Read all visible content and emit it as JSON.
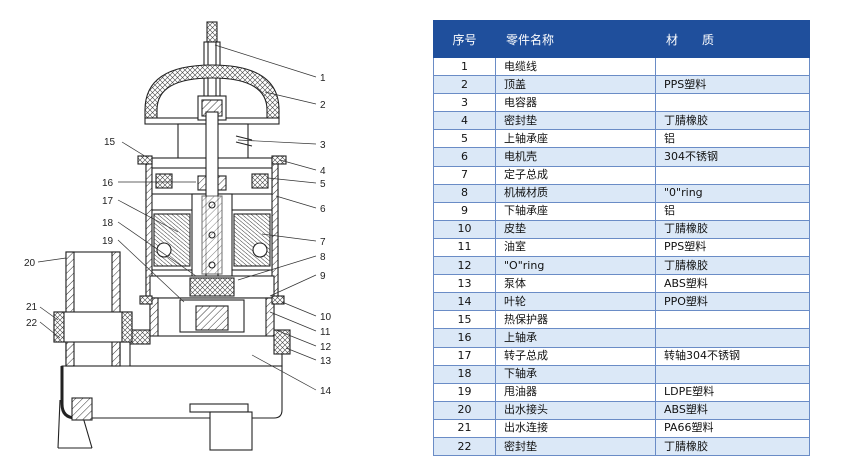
{
  "callouts": [
    "1",
    "2",
    "3",
    "4",
    "5",
    "6",
    "7",
    "8",
    "9",
    "10",
    "11",
    "12",
    "13",
    "14",
    "15",
    "16",
    "17",
    "18",
    "19",
    "20",
    "21",
    "22"
  ],
  "table": {
    "headers": [
      "序号",
      "零件名称",
      "材　　质"
    ],
    "rows": [
      {
        "no": "1",
        "name": "电缆线",
        "material": ""
      },
      {
        "no": "2",
        "name": "顶盖",
        "material": "PPS塑料"
      },
      {
        "no": "3",
        "name": "电容器",
        "material": ""
      },
      {
        "no": "4",
        "name": "密封垫",
        "material": "丁腈橡胶"
      },
      {
        "no": "5",
        "name": "上轴承座",
        "material": "铝"
      },
      {
        "no": "6",
        "name": "电机壳",
        "material": "304不锈钢"
      },
      {
        "no": "7",
        "name": "定子总成",
        "material": ""
      },
      {
        "no": "8",
        "name": "机械材质",
        "material": "\"0\"ring"
      },
      {
        "no": "9",
        "name": "下轴承座",
        "material": "铝"
      },
      {
        "no": "10",
        "name": "皮垫",
        "material": "丁腈橡胶"
      },
      {
        "no": "11",
        "name": "油室",
        "material": "PPS塑料"
      },
      {
        "no": "12",
        "name": "\"O\"ring",
        "material": "丁腈橡胶"
      },
      {
        "no": "13",
        "name": "泵体",
        "material": "ABS塑料"
      },
      {
        "no": "14",
        "name": "叶轮",
        "material": "PPO塑料"
      },
      {
        "no": "15",
        "name": "热保护器",
        "material": ""
      },
      {
        "no": "16",
        "name": "上轴承",
        "material": ""
      },
      {
        "no": "17",
        "name": "转子总成",
        "material": "转轴304不锈钢"
      },
      {
        "no": "18",
        "name": "下轴承",
        "material": ""
      },
      {
        "no": "19",
        "name": "甩油器",
        "material": "LDPE塑料"
      },
      {
        "no": "20",
        "name": "出水接头",
        "material": "ABS塑料"
      },
      {
        "no": "21",
        "name": "出水连接",
        "material": "PA66塑料"
      },
      {
        "no": "22",
        "name": "密封垫",
        "material": "丁腈橡胶"
      }
    ]
  },
  "colors": {
    "header_bg": "#1f4f9c",
    "alt_row_bg": "#dbe8f7",
    "grid": "#6a8cc6"
  }
}
